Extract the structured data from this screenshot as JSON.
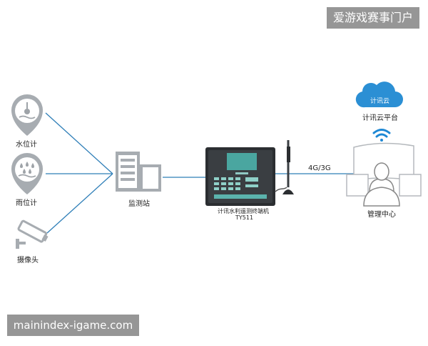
{
  "nodes": {
    "water_level_meter": "水位计",
    "rain_gauge": "雨位计",
    "camera": "摄像头",
    "monitoring_station": "监测站",
    "terminal_name": "计讯水利遥测终端机",
    "terminal_model": "TY511",
    "cloud_badge": "计讯云",
    "cloud_platform": "计讯云平台",
    "network_link": "4G/3G",
    "management_center": "管理中心"
  },
  "watermarks": {
    "top_right": "爱游戏赛事门户",
    "bottom_left": "mainindex-igame.com"
  },
  "colors": {
    "link_line": "#2f7fb8",
    "cloud_blue": "#2b8fd4",
    "wifi_blue": "#1e88d4",
    "icon_gray": "#9ea3a8",
    "device_body": "#2b2e31",
    "device_screen": "#4aa6a0"
  }
}
